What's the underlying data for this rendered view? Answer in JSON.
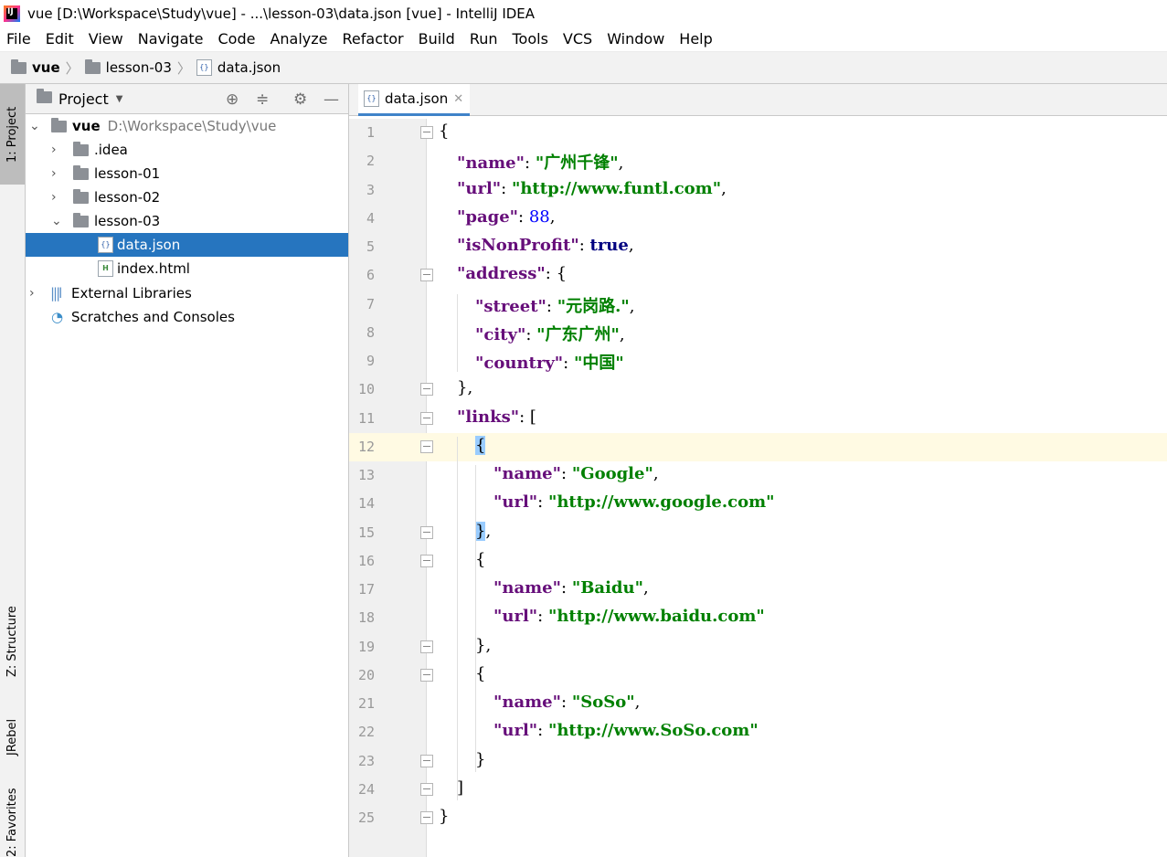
{
  "window": {
    "title": "vue [D:\\Workspace\\Study\\vue] - ...\\lesson-03\\data.json [vue] - IntelliJ IDEA"
  },
  "menu": [
    "File",
    "Edit",
    "View",
    "Navigate",
    "Code",
    "Analyze",
    "Refactor",
    "Build",
    "Run",
    "Tools",
    "VCS",
    "Window",
    "Help"
  ],
  "breadcrumb": {
    "root": "vue",
    "folder": "lesson-03",
    "file": "data.json"
  },
  "toolstripe": {
    "project": "1: Project",
    "structure": "Z: Structure",
    "jrebel": "JRebel",
    "favorites": "2: Favorites"
  },
  "project_panel": {
    "title": "Project",
    "tree": [
      {
        "label": "vue",
        "path": "D:\\Workspace\\Study\\vue",
        "icon": "folder-icon"
      },
      {
        "label": ".idea",
        "icon": "folder-icon"
      },
      {
        "label": "lesson-01",
        "icon": "folder-icon"
      },
      {
        "label": "lesson-02",
        "icon": "folder-icon"
      },
      {
        "label": "lesson-03",
        "icon": "folder-icon"
      },
      {
        "label": "data.json",
        "icon": "json-file-icon"
      },
      {
        "label": "index.html",
        "icon": "html-file-icon"
      },
      {
        "label": "External Libraries",
        "icon": "libraries-icon"
      },
      {
        "label": "Scratches and Consoles",
        "icon": "scratches-icon"
      }
    ]
  },
  "editor": {
    "tab_label": "data.json",
    "current_line": 12,
    "lines": [
      [
        {
          "t": "{",
          "c": "p"
        }
      ],
      [
        {
          "t": "\"name\"",
          "c": "k"
        },
        {
          "t": ": ",
          "c": "p"
        },
        {
          "t": "\"广州千锋\"",
          "c": "s"
        },
        {
          "t": ",",
          "c": "p"
        }
      ],
      [
        {
          "t": "\"url\"",
          "c": "k"
        },
        {
          "t": ": ",
          "c": "p"
        },
        {
          "t": "\"http://www.funtl.com\"",
          "c": "s"
        },
        {
          "t": ",",
          "c": "p"
        }
      ],
      [
        {
          "t": "\"page\"",
          "c": "k"
        },
        {
          "t": ": ",
          "c": "p"
        },
        {
          "t": "88",
          "c": "n"
        },
        {
          "t": ",",
          "c": "p"
        }
      ],
      [
        {
          "t": "\"isNonProfit\"",
          "c": "k"
        },
        {
          "t": ": ",
          "c": "p"
        },
        {
          "t": "true",
          "c": "b"
        },
        {
          "t": ",",
          "c": "p"
        }
      ],
      [
        {
          "t": "\"address\"",
          "c": "k"
        },
        {
          "t": ": {",
          "c": "p"
        }
      ],
      [
        {
          "t": "\"street\"",
          "c": "k"
        },
        {
          "t": ": ",
          "c": "p"
        },
        {
          "t": "\"元岗路.\"",
          "c": "s"
        },
        {
          "t": ",",
          "c": "p"
        }
      ],
      [
        {
          "t": "\"city\"",
          "c": "k"
        },
        {
          "t": ": ",
          "c": "p"
        },
        {
          "t": "\"广东广州\"",
          "c": "s"
        },
        {
          "t": ",",
          "c": "p"
        }
      ],
      [
        {
          "t": "\"country\"",
          "c": "k"
        },
        {
          "t": ": ",
          "c": "p"
        },
        {
          "t": "\"中国\"",
          "c": "s"
        }
      ],
      [
        {
          "t": "},",
          "c": "p"
        }
      ],
      [
        {
          "t": "\"links\"",
          "c": "k"
        },
        {
          "t": ": [",
          "c": "p"
        }
      ],
      [
        {
          "t": "{",
          "c": "p"
        }
      ],
      [
        {
          "t": "\"name\"",
          "c": "k"
        },
        {
          "t": ": ",
          "c": "p"
        },
        {
          "t": "\"Google\"",
          "c": "s"
        },
        {
          "t": ",",
          "c": "p"
        }
      ],
      [
        {
          "t": "\"url\"",
          "c": "k"
        },
        {
          "t": ": ",
          "c": "p"
        },
        {
          "t": "\"http://www.google.com\"",
          "c": "s"
        }
      ],
      [
        {
          "t": "},",
          "c": "p"
        }
      ],
      [
        {
          "t": "{",
          "c": "p"
        }
      ],
      [
        {
          "t": "\"name\"",
          "c": "k"
        },
        {
          "t": ": ",
          "c": "p"
        },
        {
          "t": "\"Baidu\"",
          "c": "s"
        },
        {
          "t": ",",
          "c": "p"
        }
      ],
      [
        {
          "t": "\"url\"",
          "c": "k"
        },
        {
          "t": ": ",
          "c": "p"
        },
        {
          "t": "\"http://www.baidu.com\"",
          "c": "s"
        }
      ],
      [
        {
          "t": "},",
          "c": "p"
        }
      ],
      [
        {
          "t": "{",
          "c": "p"
        }
      ],
      [
        {
          "t": "\"name\"",
          "c": "k"
        },
        {
          "t": ": ",
          "c": "p"
        },
        {
          "t": "\"SoSo\"",
          "c": "s"
        },
        {
          "t": ",",
          "c": "p"
        }
      ],
      [
        {
          "t": "\"url\"",
          "c": "k"
        },
        {
          "t": ": ",
          "c": "p"
        },
        {
          "t": "\"http://www.SoSo.com\"",
          "c": "s"
        }
      ],
      [
        {
          "t": "}",
          "c": "p"
        }
      ],
      [
        {
          "t": "]",
          "c": "p"
        }
      ],
      [
        {
          "t": "}",
          "c": "p"
        }
      ]
    ]
  }
}
